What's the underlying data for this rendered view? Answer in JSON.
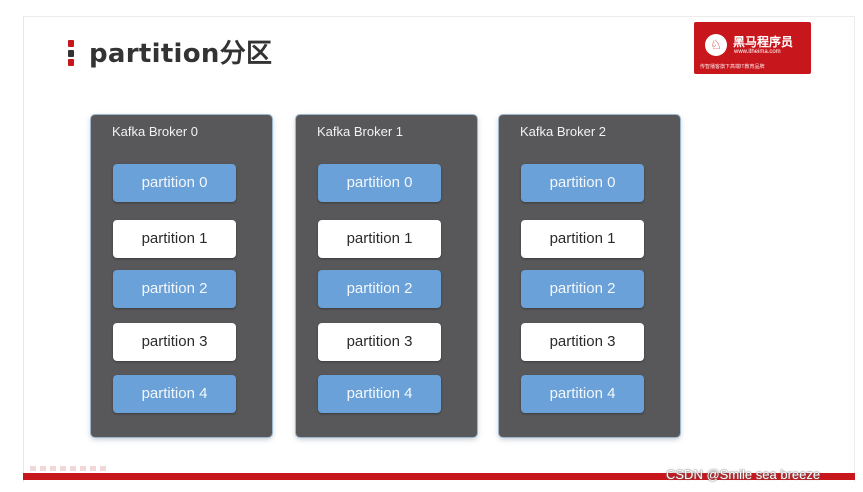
{
  "slide": {
    "title": "partition分区"
  },
  "logo": {
    "mark": "♘",
    "name": "黑马程序员",
    "url": "www.itheima.com",
    "slogan": "传智播客旗下高端IT教育品牌"
  },
  "brokers": [
    {
      "label": "Kafka Broker 0",
      "partitions": [
        {
          "label": "partition 0",
          "style": "blue"
        },
        {
          "label": "partition 1",
          "style": "white"
        },
        {
          "label": "partition 2",
          "style": "blue"
        },
        {
          "label": "partition 3",
          "style": "white"
        },
        {
          "label": "partition 4",
          "style": "blue"
        }
      ]
    },
    {
      "label": "Kafka Broker 1",
      "partitions": [
        {
          "label": "partition 0",
          "style": "blue"
        },
        {
          "label": "partition 1",
          "style": "white"
        },
        {
          "label": "partition 2",
          "style": "blue"
        },
        {
          "label": "partition 3",
          "style": "white"
        },
        {
          "label": "partition 4",
          "style": "blue"
        }
      ]
    },
    {
      "label": "Kafka Broker 2",
      "partitions": [
        {
          "label": "partition 0",
          "style": "blue"
        },
        {
          "label": "partition 1",
          "style": "white"
        },
        {
          "label": "partition 2",
          "style": "blue"
        },
        {
          "label": "partition 3",
          "style": "white"
        },
        {
          "label": "partition 4",
          "style": "blue"
        }
      ]
    }
  ],
  "watermark": "CSDN @Smile sea breeze",
  "colors": {
    "brand_red": "#c8161d",
    "broker_bg": "#58585a",
    "partition_blue": "#6aa1d8",
    "partition_white": "#ffffff"
  }
}
